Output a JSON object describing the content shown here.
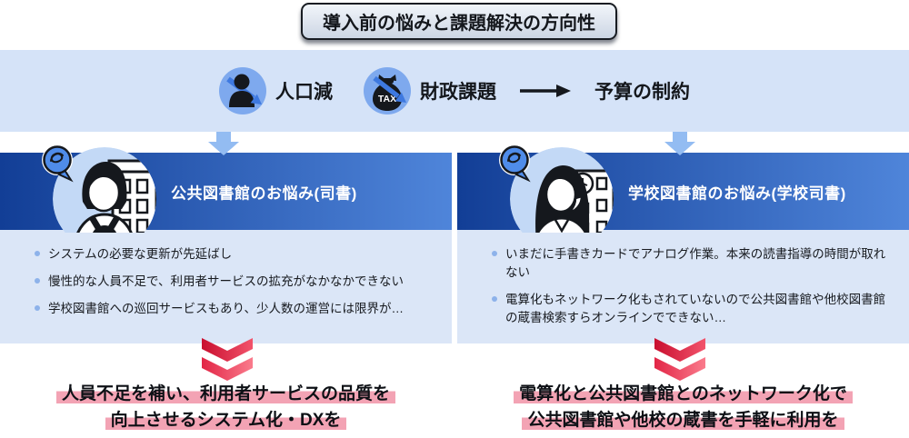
{
  "title": "導入前の悩みと課題解決の方向性",
  "pressure_band": {
    "items": [
      {
        "icon": "population-decline-icon",
        "label": "人口減"
      },
      {
        "icon": "tax-fiscal-icon",
        "label": "財政課題"
      }
    ],
    "tax_badge": "TAX",
    "result_label": "予算の制約"
  },
  "columns": [
    {
      "header": "公共図書館のお悩み(司書)",
      "avatar": "public-librarian-with-library-building",
      "bullets": [
        "システムの必要な更新が先延ばし",
        "慢性的な人員不足で、利用者サービスの拡充がなかなかできない",
        "学校図書館への巡回サービスもあり、少人数の運営には限界が…"
      ],
      "solution_lines": [
        "人員不足を補い、利用者サービスの品質を",
        "向上させるシステム化・DXを"
      ]
    },
    {
      "header": "学校図書館のお悩み(学校司書)",
      "avatar": "school-librarian-with-school-building",
      "bullets": [
        "いまだに手書きカードでアナログ作業。本来の読書指導の時間が取れない",
        "電算化もネットワーク化もされていないので公共図書館や他校図書館の蔵書検索すらオンラインでできない…"
      ],
      "solution_lines": [
        "電算化と公共図書館とのネットワーク化で",
        "公共図書館や他校の蔵書を手軽に利用を"
      ]
    }
  ],
  "colors": {
    "band_bg": "#d5e3f8",
    "panel_bg": "#dbe6f7",
    "header_gradient_start": "#123e96",
    "header_gradient_end": "#4f85da",
    "icon_circle_blue": "#7ea9ee",
    "decline_arrow_blue": "#3e79e0",
    "flow_arrow_blue": "#93bcf2",
    "chevron_red_dark": "#d01532",
    "chevron_red_light": "#f96b80",
    "highlight_pink": "#f3a3b4"
  }
}
